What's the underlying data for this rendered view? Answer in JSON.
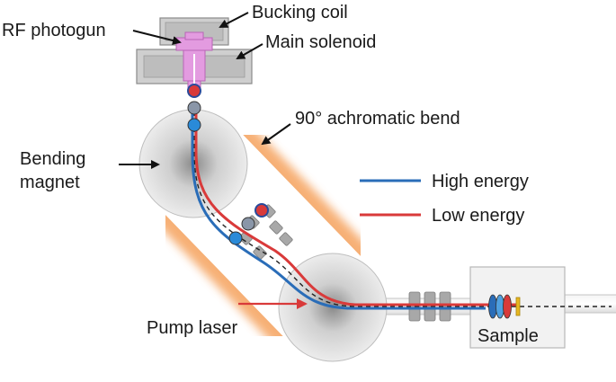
{
  "labels": {
    "bucking_coil": "Bucking coil",
    "rf_photogun": "RF photogun",
    "main_solenoid": "Main solenoid",
    "achromatic_bend": "90° achromatic bend",
    "bending_magnet_line1": "Bending",
    "bending_magnet_line2": "magnet",
    "pump_laser": "Pump laser",
    "sample": "Sample"
  },
  "legend": {
    "high_energy": "High energy",
    "low_energy": "Low energy"
  },
  "colors": {
    "high_energy": "#2a6db8",
    "low_energy": "#d93a3a",
    "glow": "#f5a25d",
    "magnet_gray": "#c8c8c8",
    "quad_gray": "#a8a8a8",
    "photogun_pink": "#e39be0",
    "sample_yellow": "#e8b820"
  }
}
